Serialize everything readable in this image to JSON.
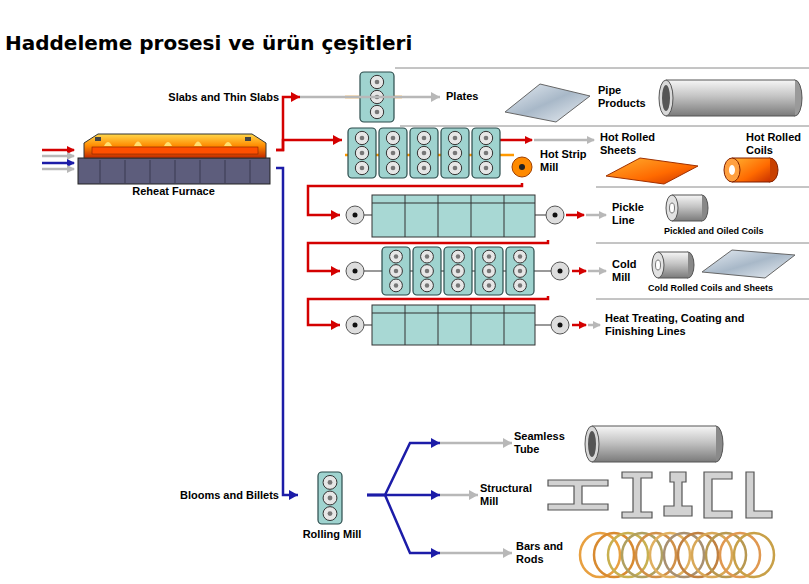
{
  "diagram": {
    "title": "Haddeleme prosesi ve ürün çeşitleri",
    "nodes": [
      {
        "text": [
          "Reheat Furnace"
        ]
      },
      {
        "text": [
          "Plates"
        ]
      },
      {
        "text": [
          "Pipe Products"
        ]
      },
      {
        "text": [
          "Hot Strip Mill"
        ]
      },
      {
        "text": [
          "Hot Rolled Sheets"
        ]
      },
      {
        "text": [
          "Hot Rolled Coils"
        ]
      },
      {
        "text": [
          "Pickle Line"
        ]
      },
      {
        "text": [
          "Pickled and Oiled Coils"
        ]
      },
      {
        "text": [
          "Cold Mill"
        ]
      },
      {
        "text": [
          "Cold Rolled Coils and Sheets"
        ]
      },
      {
        "text": [
          "Heat Treating, Coating and Finishing Lines"
        ]
      },
      {
        "text": [
          "Rolling Mill"
        ]
      },
      {
        "text": [
          "Seamless Tube"
        ]
      },
      {
        "text": [
          "Structural Mill"
        ]
      },
      {
        "text": [
          "Bars and Rods"
        ]
      }
    ],
    "edges": [
      {
        "from": 0,
        "to": 1,
        "label": "Slabs and Thin Slabs",
        "arrow": "to"
      },
      {
        "from": 0,
        "to": 3,
        "arrow": "to"
      },
      {
        "from": 3,
        "to": 6,
        "arrow": "to"
      },
      {
        "from": 6,
        "to": 8,
        "arrow": "to"
      },
      {
        "from": 8,
        "to": 10,
        "arrow": "to"
      },
      {
        "from": 0,
        "to": 11,
        "label": "Blooms and Billets",
        "arrow": "to"
      },
      {
        "from": 11,
        "to": 12,
        "arrow": "to"
      },
      {
        "from": 11,
        "to": 13,
        "arrow": "to"
      },
      {
        "from": 11,
        "to": 14,
        "arrow": "to"
      }
    ]
  }
}
